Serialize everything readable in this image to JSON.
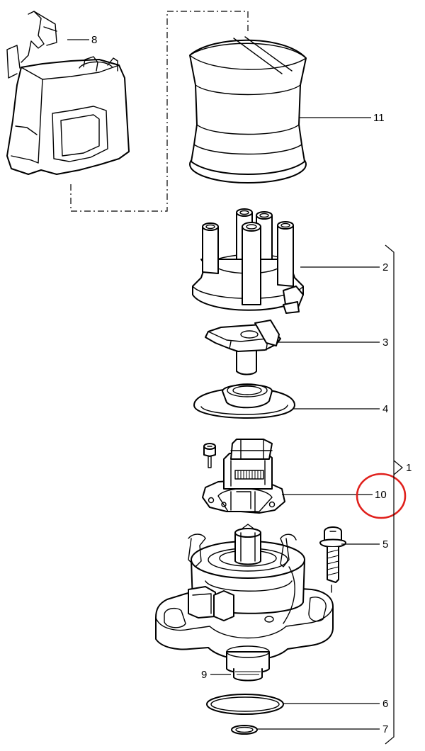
{
  "callouts": {
    "c1": "1",
    "c2": "2",
    "c3": "3",
    "c4": "4",
    "c5": "5",
    "c6": "6",
    "c7": "7",
    "c8": "8",
    "c9": "9",
    "c10": "10",
    "c11": "11"
  },
  "highlighted_callout": "10",
  "colors": {
    "line": "#000000",
    "background": "#ffffff",
    "highlight": "#e0201c"
  }
}
